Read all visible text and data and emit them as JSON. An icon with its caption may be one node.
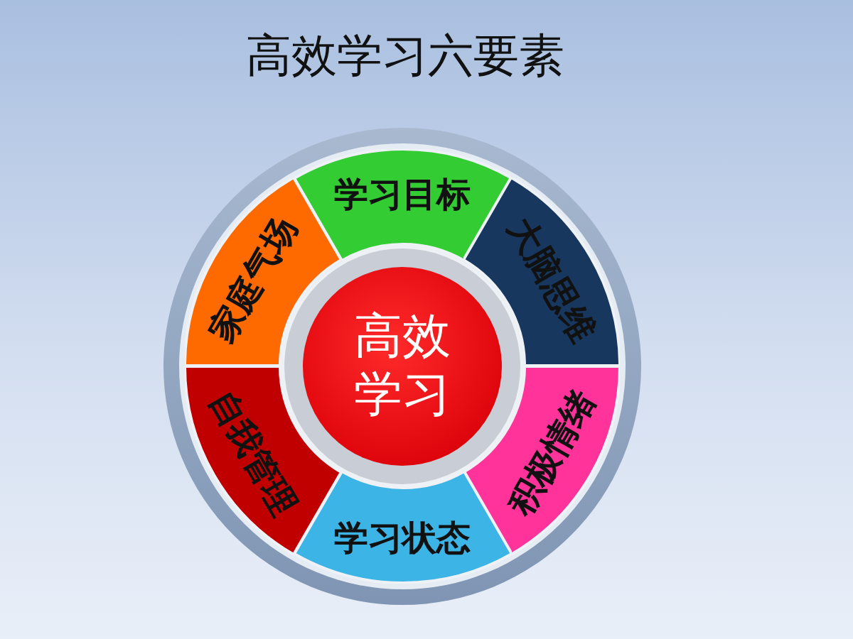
{
  "diagram": {
    "title": "高效学习六要素",
    "nodes": [
      {
        "text": [
          "高效学习"
        ]
      },
      {
        "text": [
          "学习目标"
        ]
      },
      {
        "text": [
          "大脑思维"
        ]
      },
      {
        "text": [
          "积极情绪"
        ]
      },
      {
        "text": [
          "学习状态"
        ]
      },
      {
        "text": [
          "自我管理"
        ]
      },
      {
        "text": [
          "家庭气场"
        ]
      }
    ]
  }
}
